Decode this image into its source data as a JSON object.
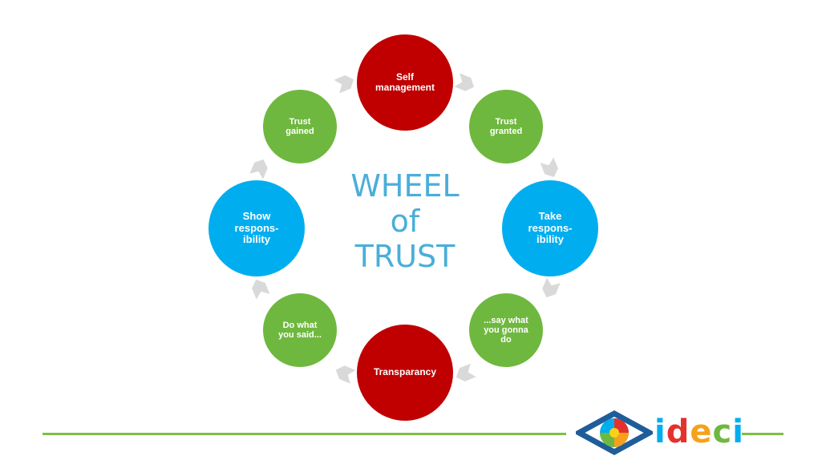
{
  "diagram": {
    "center_title": [
      "WHEEL",
      "of",
      "TRUST"
    ],
    "nodes": {
      "self_management": "Self\nmanagement",
      "trust_granted": "Trust\ngranted",
      "take_responsibility": "Take\nrespons-\nibility",
      "say_what": "...say what\nyou gonna\ndo",
      "transparancy": "Transparancy",
      "do_what": "Do what\nyou said...",
      "show_responsibility": "Show\nrespons-\nibility",
      "trust_gained": "Trust\ngained"
    }
  },
  "logo": {
    "letters": [
      "i",
      "d",
      "e",
      "c",
      "i"
    ]
  },
  "colors": {
    "red": "#c00000",
    "green": "#6fb83f",
    "blue": "#00aeef",
    "title": "#4aaed9",
    "connector": "#d9d9d9",
    "footer_line": "#7ac142"
  }
}
